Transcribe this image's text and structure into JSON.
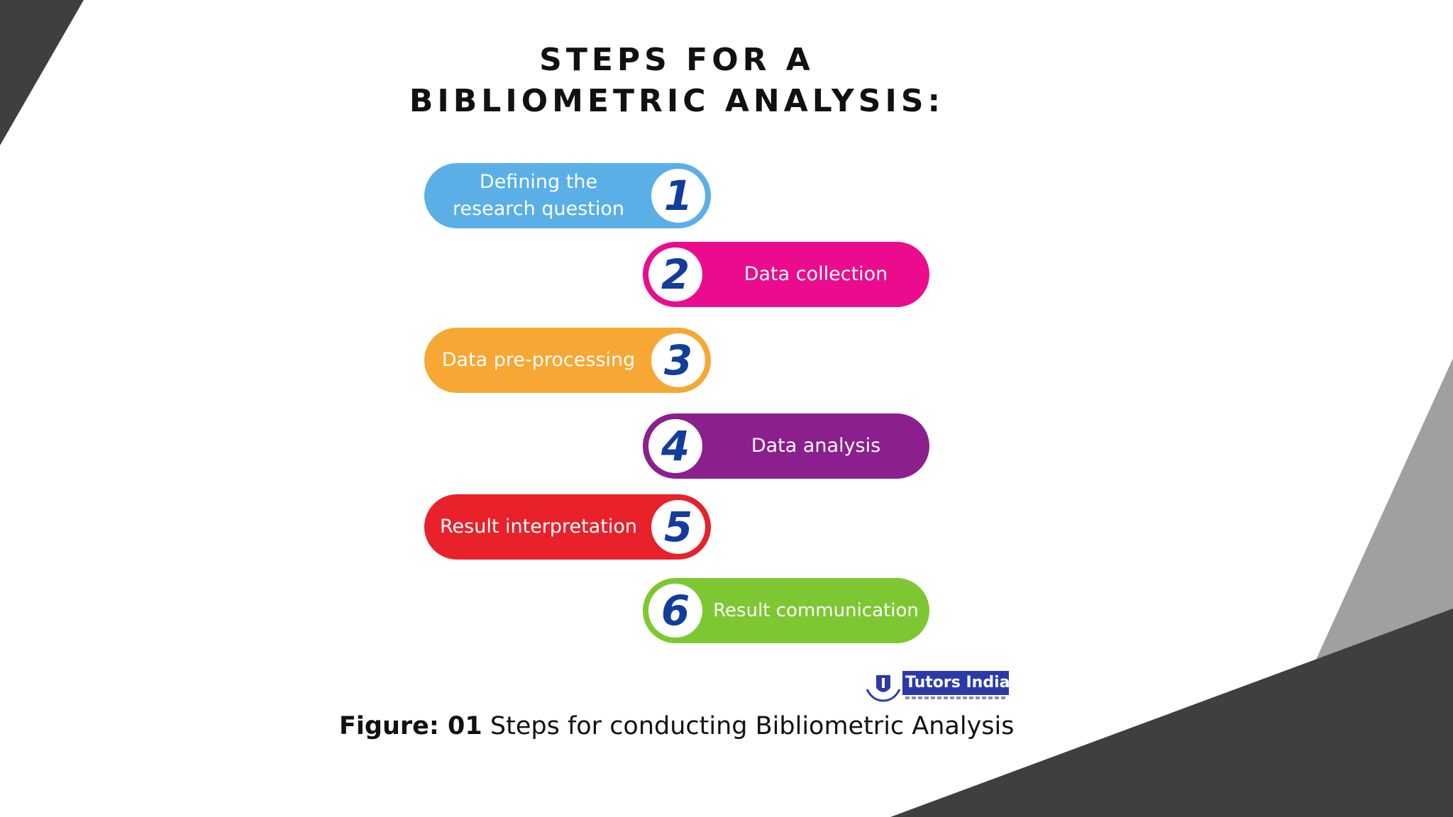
{
  "title": {
    "line1": "STEPS FOR A",
    "line2": "BIBLIOMETRIC ANALYSIS:"
  },
  "steps": [
    {
      "number": "1",
      "label": "Defining the research question",
      "color": "#5aafe6"
    },
    {
      "number": "2",
      "label": "Data collection",
      "color": "#ea0c8c"
    },
    {
      "number": "3",
      "label": "Data pre-processing",
      "color": "#f7a733"
    },
    {
      "number": "4",
      "label": "Data analysis",
      "color": "#8b1f8e"
    },
    {
      "number": "5",
      "label": "Result interpretation",
      "color": "#e8212b"
    },
    {
      "number": "6",
      "label": "Result communication",
      "color": "#7dc832"
    }
  ],
  "logo": {
    "text": "Tutors India"
  },
  "caption": {
    "prefix": "Figure: 01",
    "text": " Steps for conducting Bibliometric Analysis"
  },
  "colors": {
    "number_blue": "#123d9c",
    "dark_triangle": "#3f3f3f",
    "gray_triangle": "#a0a0a0"
  }
}
